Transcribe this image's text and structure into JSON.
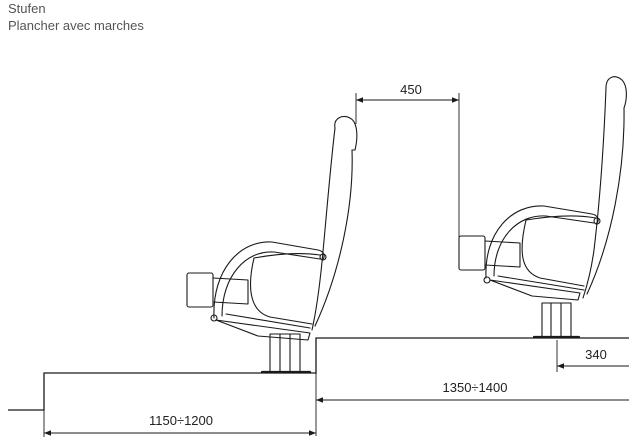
{
  "caption": {
    "line1": "Stufen",
    "line2": "Plancher avec marches"
  },
  "dimensions": {
    "seat_spacing": "450",
    "pedestal_width": "340",
    "upper_step_depth": "1350÷1400",
    "lower_step_depth": "1150÷1200"
  },
  "colors": {
    "line": "#1a1a1a",
    "text": "#555555"
  }
}
